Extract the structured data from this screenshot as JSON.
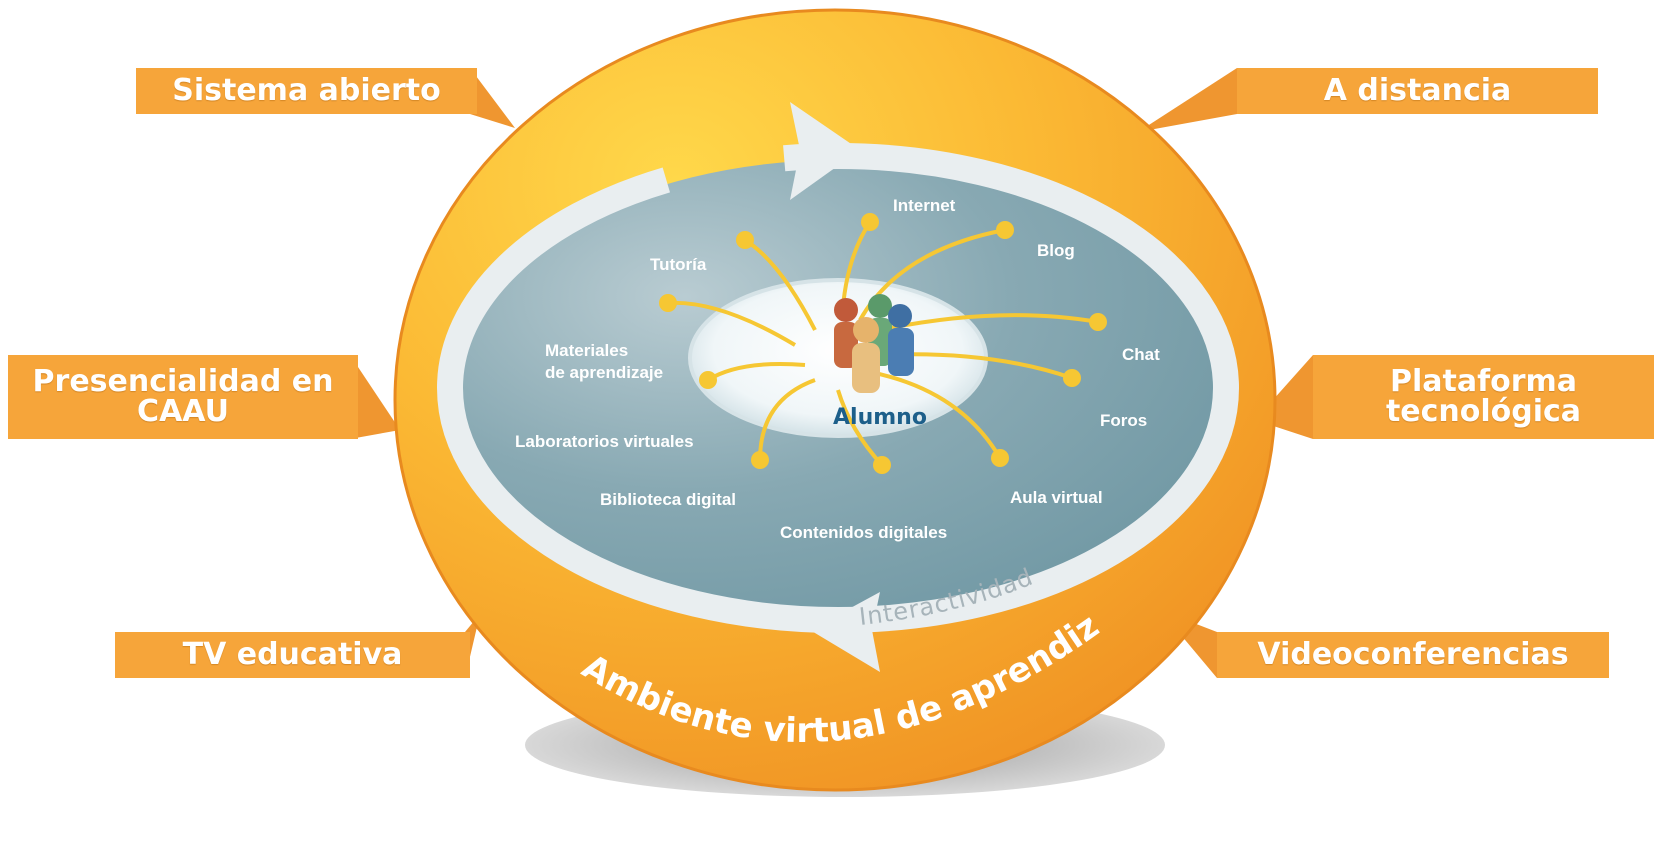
{
  "tags": {
    "sistema_abierto": "Sistema abierto",
    "a_distancia": "A distancia",
    "presencialidad_line1": "Presencialidad en",
    "presencialidad_line2": "CAAU",
    "plataforma_line1": "Plataforma",
    "plataforma_line2": "tecnológica",
    "tv_educativa": "TV educativa",
    "videoconferencias": "Videoconferencias"
  },
  "center": {
    "label": "Alumno"
  },
  "resources": {
    "internet": "Internet",
    "blog": "Blog",
    "tutoria": "Tutoría",
    "chat": "Chat",
    "materiales_line1": "Materiales",
    "materiales_line2": "de aprendizaje",
    "foros": "Foros",
    "laboratorios": "Laboratorios virtuales",
    "biblioteca": "Biblioteca digital",
    "aula": "Aula virtual",
    "contenidos": "Contenidos digitales"
  },
  "ring_label": "Interactividad",
  "outer_label": "Ambiente virtual de aprendizaje",
  "colors": {
    "orange_tag": "#f6a53a",
    "orange_ring": "#f7a72f",
    "teal_inner": "#7aa2ad",
    "yellow_node": "#f6c733",
    "alumno_text": "#1d5f8a"
  }
}
